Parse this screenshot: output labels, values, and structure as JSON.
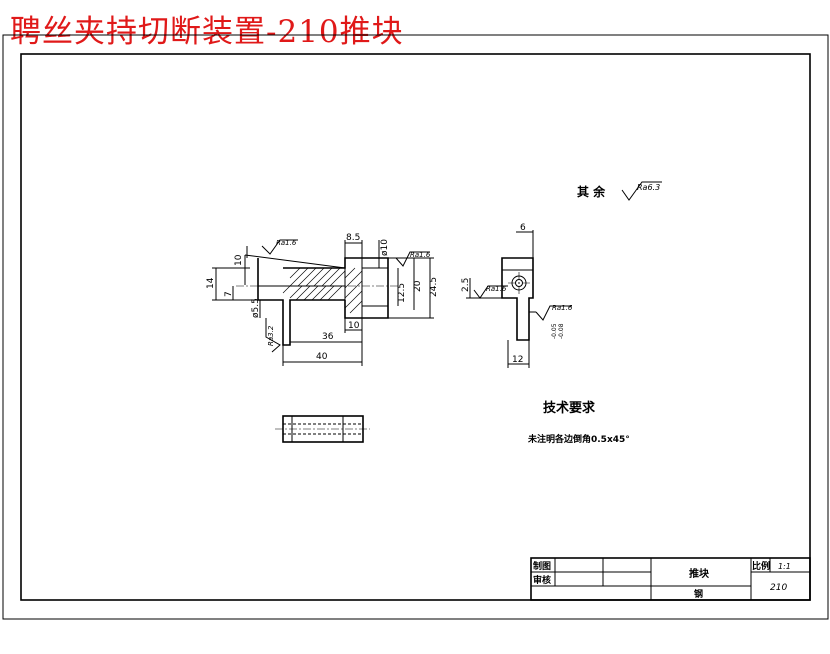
{
  "banner_title": "聘丝夹持切断装置-210推块",
  "surface": {
    "symbol_text": "Ra6.3",
    "label": "其 余"
  },
  "roughness": {
    "r1": "Ra1.6",
    "r2": "Ra1.6",
    "r3": "Ra3.2",
    "r4": "Ra1.6",
    "r5": "Ra1.6"
  },
  "dims_front": {
    "d8_5": "8.5",
    "d10dia": "ø10",
    "d10": "10",
    "d14": "14",
    "d7": "7",
    "d5_5": "ø5.5",
    "d36": "36",
    "d10b": "10",
    "d40": "40",
    "d12_5": "12.5",
    "d20": "20",
    "d24_5": "24.5"
  },
  "dims_side": {
    "d6": "6",
    "d2_5": "2.5",
    "d12": "12",
    "tol_top": "-0.05",
    "tol_bot": "-0.08"
  },
  "tech": {
    "title": "技术要求",
    "note": "未注明各边倒角0.5x45°"
  },
  "title_block": {
    "drawn": "制图",
    "checked": "审核",
    "part_name": "推块",
    "scale_label": "比例",
    "scale_value": "1:1",
    "drawing_no": "210",
    "material": "钢"
  }
}
